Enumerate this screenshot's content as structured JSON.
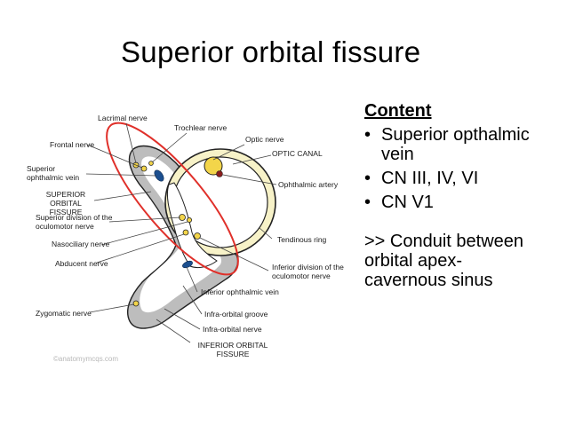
{
  "title": "Superior orbital fissure",
  "content": {
    "heading": "Content",
    "bullet_glyph": "•",
    "items": [
      "Superior opthalmic vein",
      "CN III, IV, VI",
      "CN V1"
    ],
    "conduit": ">> Conduit between orbital apex-cavernous sinus"
  },
  "labels": {
    "lacrimal_nerve": "Lacrimal nerve",
    "trochlear_nerve": "Trochlear nerve",
    "optic_nerve": "Optic nerve",
    "frontal_nerve": "Frontal nerve",
    "optic_canal": "OPTIC CANAL",
    "superior_ophthalmic_vein": "Superior ophthalmic vein",
    "ophthalmic_artery": "Ophthalmic artery",
    "superior_orbital_fissure": "SUPERIOR ORBITAL FISSURE",
    "superior_division": "Superior division of the oculomotor nerve",
    "nasociliary_nerve": "Nasociliary nerve",
    "tendinous_ring": "Tendinous ring",
    "abducent_nerve": "Abducent nerve",
    "inferior_division": "Inferior division of the oculomotor nerve",
    "inferior_ophthalmic_vein": "Inferior ophthalmic vein",
    "zygomatic_nerve": "Zygomatic nerve",
    "infraorbital_groove": "Infra-orbital groove",
    "infraorbital_nerve": "Infra-orbital nerve",
    "inferior_orbital_fissure": "INFERIOR ORBITAL FISSURE",
    "watermark": "©anatomymcqs.com"
  },
  "colors": {
    "ring_fill": "#f7f2c8",
    "ring_stroke": "#222222",
    "fissure_fill": "#bfbfbf",
    "nerve_yellow": "#f3d54a",
    "vein_blue": "#1c4f8f",
    "highlight_red": "#e0302a"
  }
}
